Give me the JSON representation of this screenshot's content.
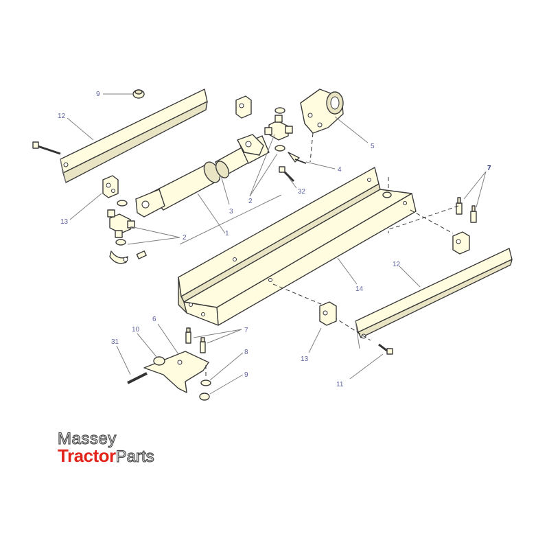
{
  "diagram": {
    "callouts": [
      {
        "id": "c9a",
        "label": "9"
      },
      {
        "id": "c12a",
        "label": "12"
      },
      {
        "id": "c13a",
        "label": "13"
      },
      {
        "id": "c2a",
        "label": "2"
      },
      {
        "id": "c1",
        "label": "1"
      },
      {
        "id": "c3",
        "label": "3"
      },
      {
        "id": "c2b",
        "label": "2"
      },
      {
        "id": "c5",
        "label": "5"
      },
      {
        "id": "c4",
        "label": "4"
      },
      {
        "id": "c32",
        "label": "32"
      },
      {
        "id": "c7a",
        "label": "7"
      },
      {
        "id": "c12b",
        "label": "12"
      },
      {
        "id": "c14",
        "label": "14"
      },
      {
        "id": "c13b",
        "label": "13"
      },
      {
        "id": "c11",
        "label": "11"
      },
      {
        "id": "c6",
        "label": "6"
      },
      {
        "id": "c10",
        "label": "10"
      },
      {
        "id": "c31",
        "label": "31"
      },
      {
        "id": "c7b",
        "label": "7"
      },
      {
        "id": "c8",
        "label": "8"
      },
      {
        "id": "c9b",
        "label": "9"
      }
    ]
  },
  "logo": {
    "line1": "Massey",
    "line2_a": "Tractor",
    "line2_b": "Parts",
    "colors": {
      "accent": "#e2231a",
      "outline": "#4a4a4a"
    }
  }
}
